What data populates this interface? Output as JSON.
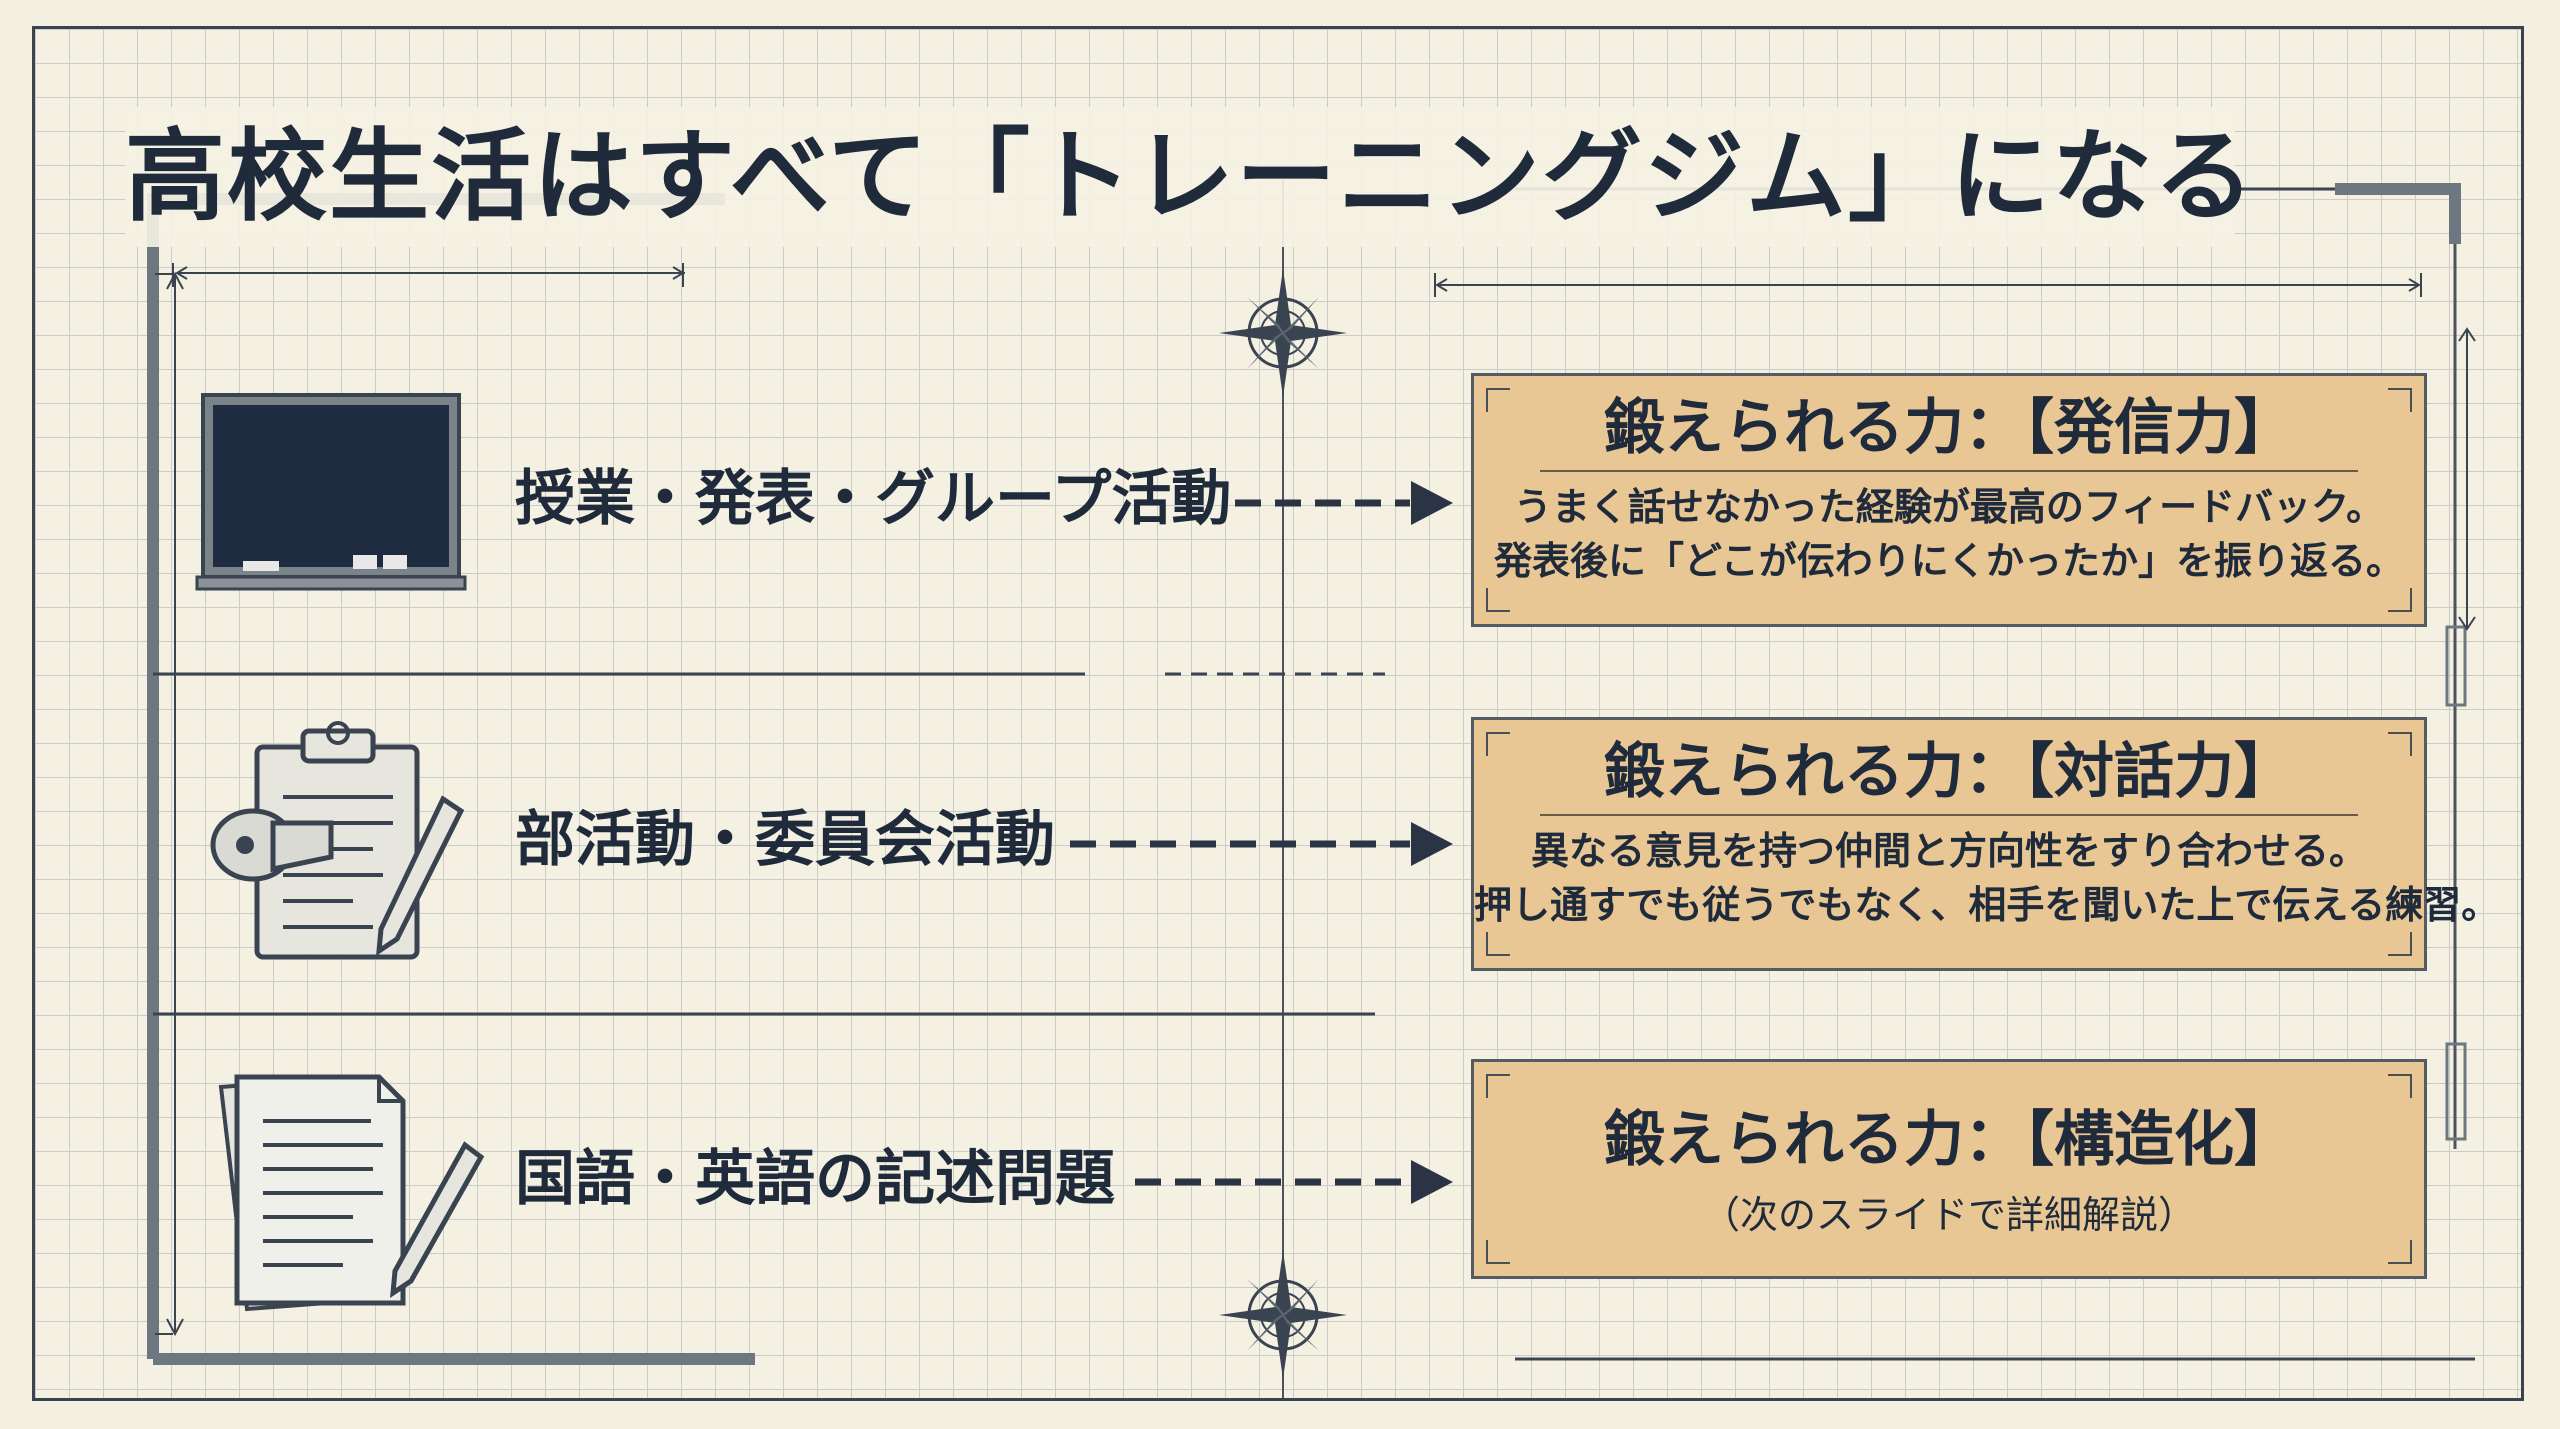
{
  "title": "高校生活はすべて「トレーニングジム」になる",
  "rows": [
    {
      "activity": "授業・発表・グループ活動",
      "icon": "blackboard-icon",
      "card_title": "鍛えられる力：【発信力】",
      "card_lines": [
        "うまく話せなかった経験が最高のフィードバック。",
        "発表後に「どこが伝わりにくかったか」を振り返る。"
      ]
    },
    {
      "activity": "部活動・委員会活動",
      "icon": "clipboard-whistle-icon",
      "card_title": "鍛えられる力：【対話力】",
      "card_lines": [
        "異なる意見を持つ仲間と方向性をすり合わせる。",
        "押し通すでも従うでもなく、相手を聞いた上で伝える練習。"
      ]
    },
    {
      "activity": "国語・英語の記述問題",
      "icon": "documents-pen-icon",
      "card_title": "鍛えられる力：【構造化】",
      "card_lines": [
        "（次のスライドで詳細解説）"
      ]
    }
  ],
  "colors": {
    "background": "#f3f0e2",
    "grid": "#c9ccc8",
    "ink": "#1f2a3a",
    "card": "#e8c795"
  }
}
